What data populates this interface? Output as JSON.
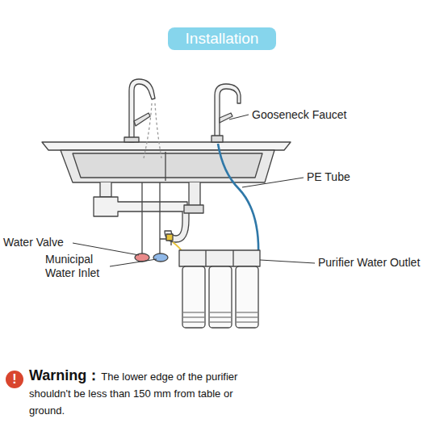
{
  "diagram": {
    "title": "Installation",
    "labels": [
      "Gooseneck Faucet",
      "PE Tube",
      "Water Valve",
      "Municipal Water Inlet",
      "Purifier Water Outlet",
      "!",
      "Warning：",
      "The lower edge of the purifier shouldn't be less than 150 mm from table or ground."
    ]
  }
}
